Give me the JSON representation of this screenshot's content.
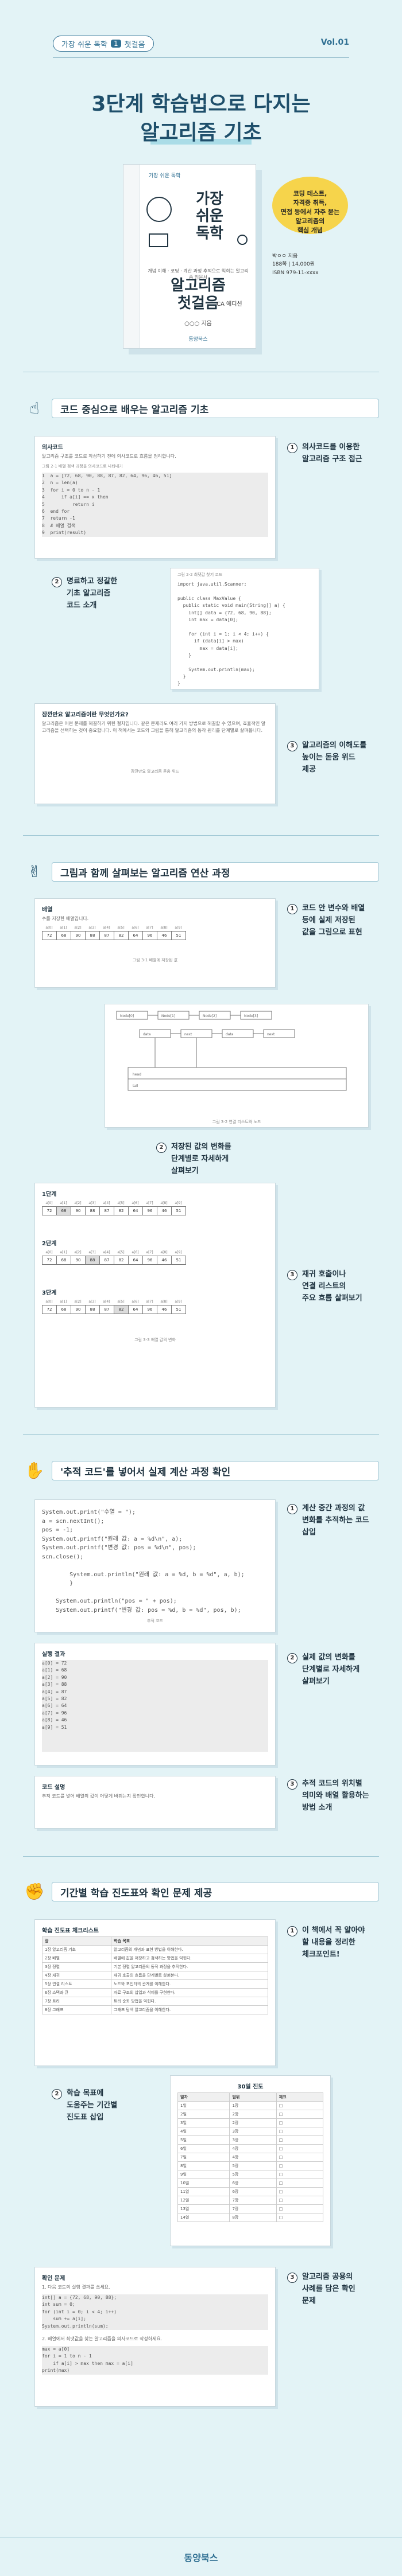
{
  "header": {
    "badge_prefix": "가장 쉬운 독학",
    "badge_num": "1",
    "badge_suffix": "첫걸음",
    "volume": "Vol.01",
    "title_line1": "3단계 학습법으로 다지는",
    "title_line2": "알고리즘 기초"
  },
  "book": {
    "top_label": "가장 쉬운 독학",
    "head": "가장\n쉬운\n독학",
    "subtitle": "개념 이해 · 코딩 · 계산 과정 추적으로 익히는 알고리즘 입문서",
    "title": "알고리즘\n첫걸음",
    "edition": "CA 에디션",
    "author": "○○○ 지음",
    "publisher_foot": "동양북스"
  },
  "highlight": {
    "text": "코딩 테스트,\n자격증 취득,\n면접 등에서 자주 묻는\n알고리즘의\n핵심 개념"
  },
  "book_meta": {
    "line1": "박ㅇㅇ 지음",
    "line2": "188쪽 | 14,000원",
    "line3": "ISBN 979-11-xxxx"
  },
  "sections": [
    {
      "title": "코드 중심으로 배우는 알고리즘 기초"
    },
    {
      "title": "그림과 함께 살펴보는 알고리즘 연산 과정"
    },
    {
      "title": "'추적 코드'를 넣어서 실제 계산 과정 확인"
    },
    {
      "title": "기간별 학습 진도표와 확인 문제 제공"
    }
  ],
  "notes": {
    "s1_1": "의사코드를 이용한\n알고리즘 구조 접근",
    "s1_2": "명료하고 정갈한\n기초 알고리즘\n코드 소개",
    "s1_3": "알고리즘의 이해도를\n높이는 돋움 위드\n제공",
    "s2_1": "코드 안 변수와 배열\n등에 실제 저장된\n값을 그림으로 표현",
    "s2_2": "저장된 값의 변화를\n단계별로 자세하게\n살펴보기",
    "s2_3": "재귀 호출이나\n연결 리스트의\n주요 흐름 살펴보기",
    "s3_1": "계산 중간 과정의 값\n변화를 추적하는 코드\n삽입",
    "s3_2": "실제 값의 변화를\n단계별로 자세하게\n살펴보기",
    "s3_3": "추적 코드의 위치별\n의미와 배열 활용하는\n방법 소개",
    "s4_1": "이 책에서 꼭 알아야\n할 내용을 정리한\n체크포인트!",
    "s4_2": "학습 목표에\n도움주는 기간별\n진도표 삽입",
    "s4_3": "알고리즘 공용의\n사례를 담은 확인\n문제"
  },
  "panels": {
    "p1_title": "의사코드",
    "p1_text": "알고리즘 구조를 코드로 작성하기 전에 의사코드로 흐름을 정리합니다.",
    "p1_caption": "그림 2-1 배열 검색 과정을 의사코드로 나타내기",
    "p2_caption": "그림 2-2 최댓값 찾기 코드",
    "p3_title": "잠깐만요 알고리즘이란 무엇인가요?",
    "p3_caption": "잠깐만요 알고리즘 돋움 위드",
    "p4_title": "배열",
    "p4_text": "수를 저장한 배열입니다.",
    "p4_caption": "그림 3-1 배열에 저장된 값",
    "p5_caption": "그림 3-2 연결 리스트와 노드",
    "p6a_title": "1단계",
    "p6b_title": "2단계",
    "p6c_title": "3단계",
    "p6_caption": "그림 3-3 배열 값의 변화",
    "p7_caption": "추적 코드",
    "p8_title": "실행 결과",
    "p9_title": "코드 설명",
    "p9_text": "추적 코드를 넣어 배열의 값이 어떻게 바뀌는지 확인합니다.",
    "p10_title": "학습 진도표 체크리스트",
    "p11_title": "30일 진도",
    "p12_title": "확인 문제"
  },
  "arrays": {
    "row1_labels": [
      "a[0]",
      "a[1]",
      "a[2]",
      "a[3]",
      "a[4]",
      "a[5]",
      "a[6]",
      "a[7]",
      "a[8]",
      "a[9]"
    ],
    "row1_values": [
      "72",
      "68",
      "90",
      "88",
      "87",
      "82",
      "64",
      "96",
      "46",
      "51"
    ]
  },
  "footer": {
    "logo": "동양북스"
  }
}
